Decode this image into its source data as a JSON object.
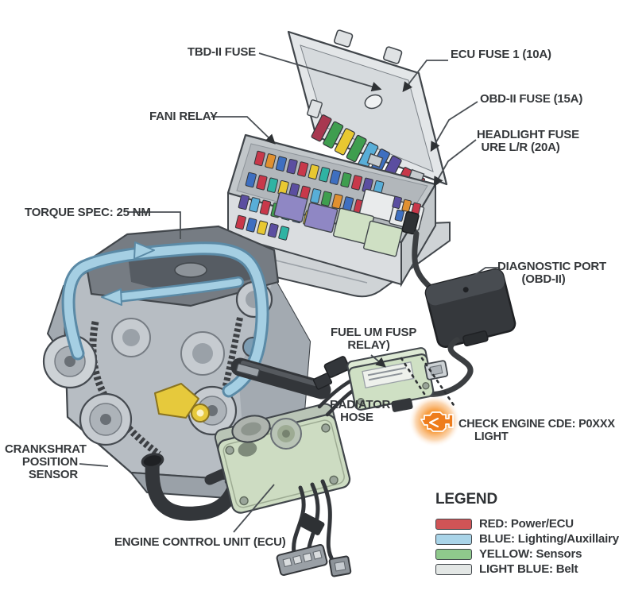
{
  "labels": {
    "tbd_fuse": "TBD-II FUSE",
    "fan_relay": "FANI RELAY",
    "ecu_fuse": "ECU FUSE 1 (10A)",
    "obd_fuse": "OBD-II FUSE (15A)",
    "headlight_fuse": {
      "line1": "HEADLIGHT FUSE",
      "line2": "URE L/R (20A)"
    },
    "torque_spec": "TORQUE SPEC: 25 NM",
    "crankshaft_sensor": {
      "line1": "CRANKSHRAT",
      "line2": "POSITION",
      "line3": "SENSOR"
    },
    "engine_control_unit": "ENGINE CONTROL UNIT (ECU)",
    "diagnostic_port": {
      "line1": "DIAGNOSTIC PORT",
      "line2": "(OBD-II)"
    },
    "fuel_pump_relay": {
      "line1": "FUEL UM FUSP",
      "line2": "RELAY)"
    },
    "radiator_hose": {
      "line1": "RADIATOR",
      "line2": "HOSE"
    },
    "check_engine": {
      "line1": "CHECK ENGINE CDE: P0XXX",
      "line2": "LIGHT"
    }
  },
  "legend": {
    "title": "LEGEND",
    "items": [
      {
        "label": "RED: Power/ECU",
        "color": "#d05456"
      },
      {
        "label": "BLUE: Lighting/Auxillairy",
        "color": "#a9d4e8"
      },
      {
        "label": "YELLOW: Sensors",
        "color": "#8fc98c"
      },
      {
        "label": "LIGHT BLUE: Belt",
        "color": "#e3e7e5"
      }
    ]
  },
  "colors": {
    "label_text": "#35383b",
    "leader_line": "#4a4f54",
    "belt_blue": "#a5cfe3",
    "check_engine_orange": "#ee7d1d",
    "ecu_green": "#cddcc2",
    "relay_green": "#cfe0c4",
    "diagnostic_port_black": "#35383c"
  },
  "icons": {
    "check_engine_icon": "engine-warning-glyph"
  }
}
